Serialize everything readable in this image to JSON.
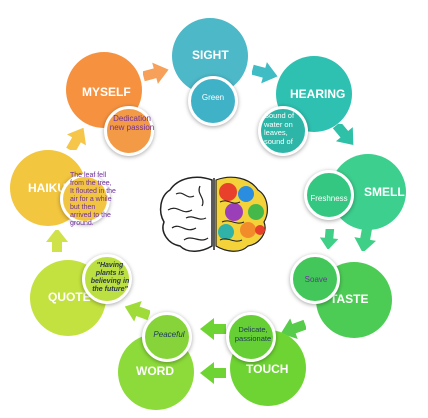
{
  "nodes": {
    "sight": {
      "label": "SIGHT",
      "color": "#4db8c8",
      "note": "Green"
    },
    "hearing": {
      "label": "HEARING",
      "color": "#2ec0b0",
      "note": "Sound of water on leaves, sound of"
    },
    "smell": {
      "label": "SMELL",
      "color": "#3dcf8e",
      "note": "Freshness"
    },
    "taste": {
      "label": "TASTE",
      "color": "#4ccc55",
      "note": "Soave"
    },
    "touch": {
      "label": "TOUCH",
      "color": "#6ed433",
      "note": "Delicate, passionate"
    },
    "word": {
      "label": "WORD",
      "color": "#8cdb3a",
      "note": "Peaceful"
    },
    "quote": {
      "label": "QUOTE",
      "color": "#c3e23f",
      "note": "\"Having plants is believing in the future\""
    },
    "haiku": {
      "label": "HAIKU",
      "color": "#f3c63f",
      "note": "The leaf fell from the tree, It flouted in the air for a while but then arrived to the ground."
    },
    "myself": {
      "label": "MYSELF",
      "color": "#f6923f",
      "note": "Dedication new passion"
    }
  },
  "note_color": "#7030a0",
  "image": {
    "name": "brain-illustration"
  }
}
